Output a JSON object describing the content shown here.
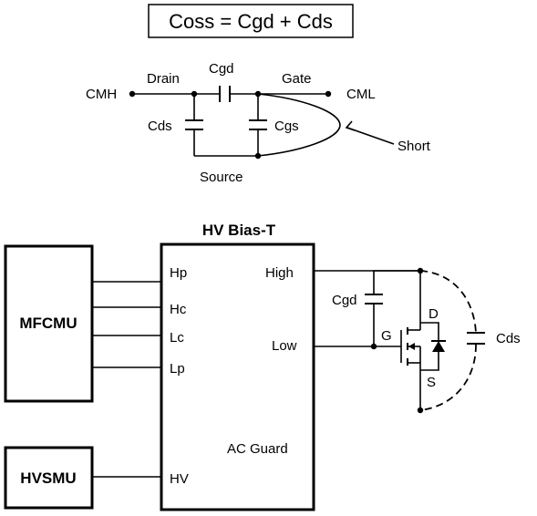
{
  "formula": "Coss = Cgd + Cds",
  "top_circuit": {
    "cmh": "CMH",
    "drain": "Drain",
    "cgd": "Cgd",
    "gate": "Gate",
    "cml": "CML",
    "cds": "Cds",
    "cgs": "Cgs",
    "source": "Source",
    "short": "Short"
  },
  "bottom_circuit": {
    "bias_title": "HV Bias-T",
    "mfcmu": "MFCMU",
    "hvsmu": "HVSMU",
    "hp": "Hp",
    "hc": "Hc",
    "lc": "Lc",
    "lp": "Lp",
    "hv": "HV",
    "high": "High",
    "low": "Low",
    "ac_guard": "AC Guard",
    "cgd": "Cgd",
    "cds": "Cds",
    "d": "D",
    "g": "G",
    "s": "S"
  }
}
